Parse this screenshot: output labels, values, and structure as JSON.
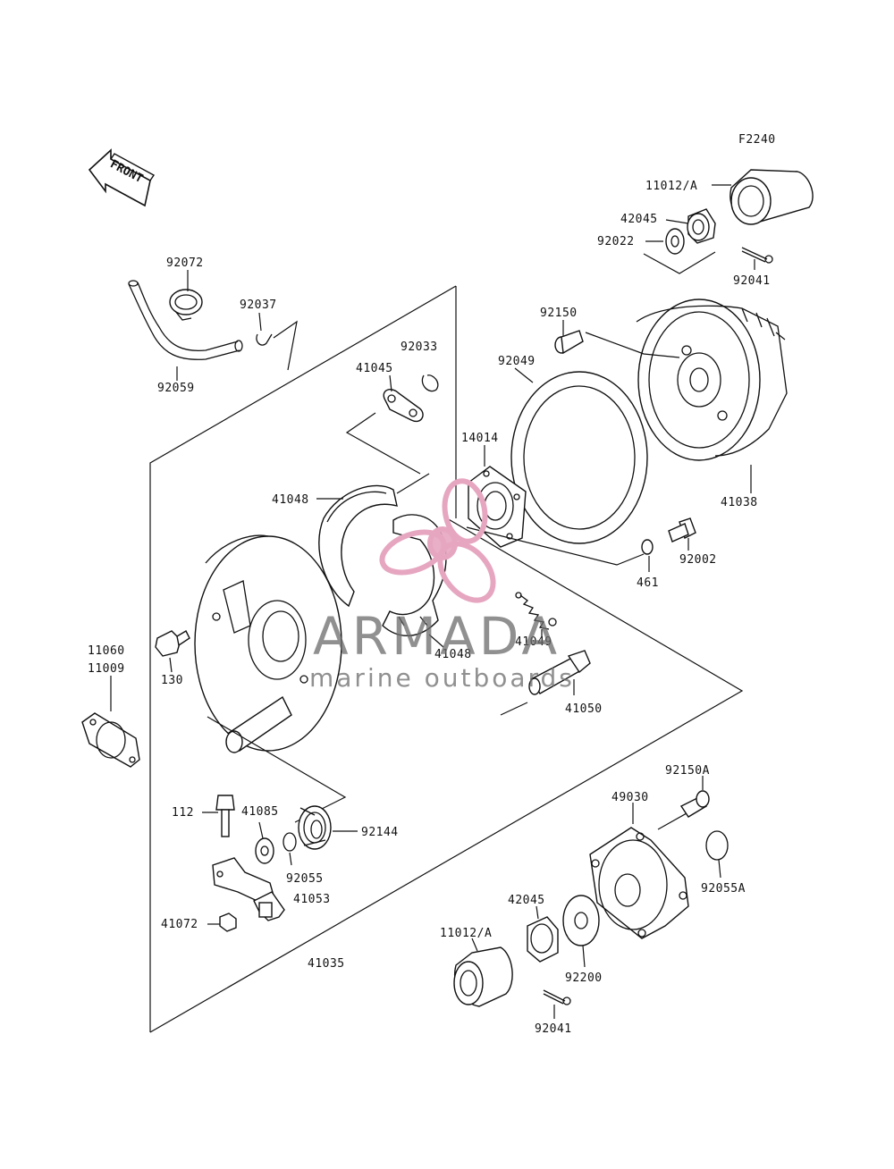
{
  "figure_code": "F2240",
  "front_label": "FRONT",
  "watermark": {
    "brand": "ARMADA",
    "tagline": "marine outboards",
    "petal_color": "#e6a6c0"
  },
  "labels": {
    "p11012A_top": "11012/A",
    "p42045_top": "42045",
    "p92022": "92022",
    "p92041_top": "92041",
    "p92072": "92072",
    "p92037": "92037",
    "p92033": "92033",
    "p41045": "41045",
    "p92059": "92059",
    "p92150": "92150",
    "p92049": "92049",
    "p14014": "14014",
    "p41038": "41038",
    "p41048_a": "41048",
    "p92002": "92002",
    "p461": "461",
    "p41049": "41049",
    "p41048_b": "41048",
    "p41050": "41050",
    "p11060": "11060",
    "p11009": "11009",
    "p130": "130",
    "p112": "112",
    "p41085": "41085",
    "p92144": "92144",
    "p92055": "92055",
    "p41053": "41053",
    "p41072": "41072",
    "p41035": "41035",
    "p92150A": "92150A",
    "p49030": "49030",
    "p92055A": "92055A",
    "p42045_bot": "42045",
    "p11012A_bot": "11012/A",
    "p92200": "92200",
    "p92041_bot": "92041"
  }
}
